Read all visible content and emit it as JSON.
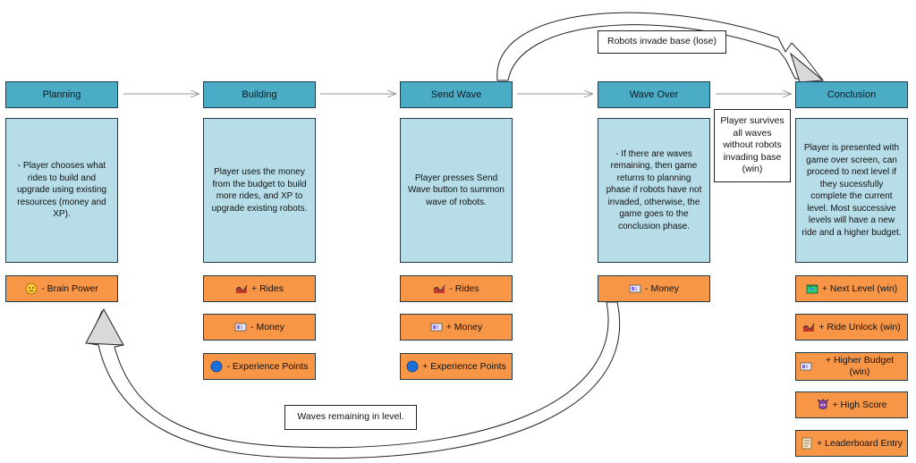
{
  "phases": {
    "planning": {
      "title": "Planning",
      "description": "- Player chooses what rides to build and upgrade using existing resources (money and XP).",
      "resources": [
        {
          "icon": "thinking-face-icon",
          "label": "- Brain Power"
        }
      ]
    },
    "building": {
      "title": "Building",
      "description": "Player uses the money from the budget to build more rides, and XP to upgrade existing robots.",
      "resources": [
        {
          "icon": "rollercoaster-icon",
          "label": "+ Rides"
        },
        {
          "icon": "money-icon",
          "label": "- Money"
        },
        {
          "icon": "blue-circle-icon",
          "label": "- Experience Points"
        }
      ]
    },
    "send_wave": {
      "title": "Send Wave",
      "description": "Player presses Send Wave button to summon wave of robots.",
      "resources": [
        {
          "icon": "rollercoaster-icon",
          "label": "- Rides"
        },
        {
          "icon": "money-icon",
          "label": "+ Money"
        },
        {
          "icon": "blue-circle-icon",
          "label": "+ Experience Points"
        }
      ]
    },
    "wave_over": {
      "title": "Wave Over",
      "description": "- If there are waves remaining, then game returns to planning phase if robots have not invaded, otherwise, the game goes to the conclusion phase.",
      "resources": [
        {
          "icon": "money-icon",
          "label": "- Money"
        }
      ]
    },
    "conclusion": {
      "title": "Conclusion",
      "description": "Player is presented with game over screen, can proceed to next level if they sucessfully complete the current level. Most successive levels will have a new ride and a higher budget.",
      "resources": [
        {
          "icon": "map-icon",
          "label": "+ Next Level (win)"
        },
        {
          "icon": "rollercoaster-icon",
          "label": "+ Ride Unlock (win)"
        },
        {
          "icon": "money-icon",
          "label": "+ Higher Budget (win)"
        },
        {
          "icon": "trophy-monster-icon",
          "label": "+ High Score"
        },
        {
          "icon": "scroll-icon",
          "label": "+ Leaderboard Entry"
        }
      ]
    }
  },
  "notes": {
    "robots_invade": "Robots invade base (lose)",
    "player_survives": "Player survives all waves without robots invading base (win)",
    "waves_remaining": "Waves remaining in level."
  },
  "colors": {
    "header": "#4bacc6",
    "description": "#b7dde8",
    "resource": "#f79646",
    "border": "#1f3a4a"
  }
}
